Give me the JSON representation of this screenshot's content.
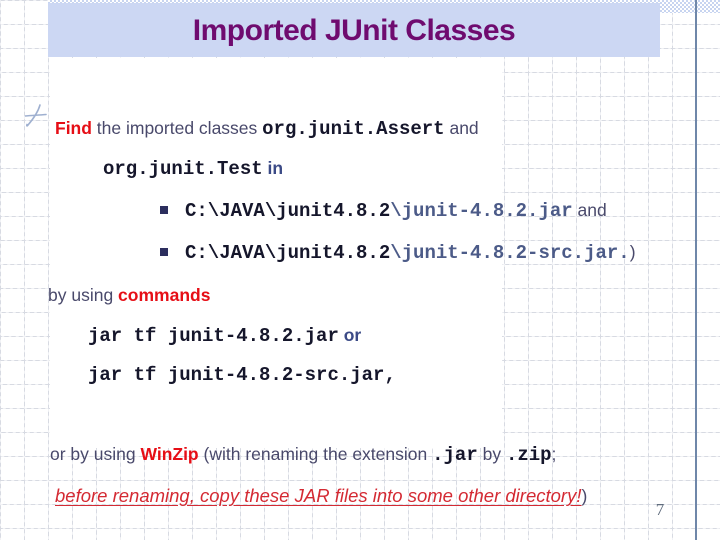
{
  "title": "Imported JUnit Classes",
  "page_number": "7",
  "colors": {
    "title-bg": "#ccd7f3",
    "title-color": "#6f0b6f",
    "body": "#49496b",
    "bold-slate": "#3b4a86",
    "red": "#e60e16",
    "red2": "#d42a33",
    "mono-dark": "#15162b",
    "mono-slate": "#4c5b88",
    "bullet": "#2c2e5e",
    "page-num": "#5f6c7d",
    "vline": "#6f87a9",
    "star": "#9fb0d0",
    "grid": "#d7dae2",
    "checker": "#c7d4f0"
  },
  "icons": {
    "star_bullet": "hand-drawn-star",
    "list_bullet": "small-square"
  },
  "content": {
    "lines": [
      {
        "segments": [
          {
            "text": "Find",
            "style": "red-bold"
          },
          {
            "text": " the imported classes ",
            "style": "body"
          },
          {
            "text": "org.junit.Assert",
            "style": "mono-dark"
          },
          {
            "text": " and",
            "style": "body"
          }
        ]
      },
      {
        "segments": [
          {
            "text": "org.junit.Test",
            "style": "mono-dark"
          },
          {
            "text": " in",
            "style": "slate-bold"
          }
        ]
      },
      {
        "bullet": true,
        "segments": [
          {
            "text": "C:\\JAVA\\junit4.8.2",
            "style": "mono-dark"
          },
          {
            "text": "\\junit-4.8.2.jar",
            "style": "mono-slate"
          },
          {
            "text": " and",
            "style": "body"
          }
        ]
      },
      {
        "bullet": true,
        "segments": [
          {
            "text": "C:\\JAVA\\junit4.8.2",
            "style": "mono-dark"
          },
          {
            "text": "\\junit-4.8.2-src.jar.",
            "style": "mono-slate"
          },
          {
            "text": ")",
            "style": "body"
          }
        ]
      },
      {
        "segments": [
          {
            "text": "by using ",
            "style": "body"
          },
          {
            "text": "commands",
            "style": "red-bold"
          }
        ]
      },
      {
        "segments": [
          {
            "text": "jar tf junit-4.8.2.jar",
            "style": "mono-dark"
          },
          {
            "text": " or",
            "style": "slate-bold"
          }
        ]
      },
      {
        "segments": [
          {
            "text": "jar tf junit-4.8.2-src.jar,",
            "style": "mono-dark"
          }
        ]
      },
      {
        "segments": [
          {
            "text": "or by using  ",
            "style": "body"
          },
          {
            "text": "WinZip",
            "style": "red-bold"
          },
          {
            "text": " (with renaming the extension ",
            "style": "body"
          },
          {
            "text": ".jar",
            "style": "mono-dark"
          },
          {
            "text": " by ",
            "style": "body"
          },
          {
            "text": ".zip",
            "style": "mono-dark"
          },
          {
            "text": ";",
            "style": "body"
          }
        ]
      },
      {
        "segments": [
          {
            "text": "before renaming, copy these JAR files into some other directory!",
            "style": "red-italic-underline"
          },
          {
            "text": ")",
            "style": "body"
          }
        ]
      }
    ]
  }
}
